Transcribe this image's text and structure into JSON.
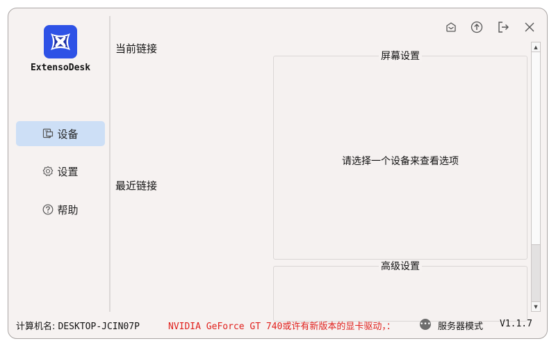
{
  "app": {
    "name": "ExtensoDesk",
    "brand_color": "#2e52e6"
  },
  "header_icons": [
    {
      "name": "mail-icon"
    },
    {
      "name": "upload-icon"
    },
    {
      "name": "logout-icon"
    },
    {
      "name": "close-icon"
    }
  ],
  "sidebar": {
    "items": [
      {
        "label": "设备",
        "icon": "device-icon",
        "active": true
      },
      {
        "label": "设置",
        "icon": "gear-icon",
        "active": false
      },
      {
        "label": "帮助",
        "icon": "help-icon",
        "active": false
      }
    ]
  },
  "main": {
    "current_connection_label": "当前链接",
    "recent_connection_label": "最近链接",
    "screen_settings": {
      "title": "屏幕设置",
      "placeholder": "请选择一个设备来查看选项"
    },
    "advanced_settings": {
      "title": "高级设置"
    }
  },
  "status_bar": {
    "computer_name_label": "计算机名:",
    "computer_name": "DESKTOP-JCIN07P",
    "gpu_warning": "NVIDIA GeForce GT 740或许有新版本的显卡驱动，：",
    "warning_color": "#e0201c",
    "mode": "服务器模式",
    "version": "V1.1.7"
  }
}
